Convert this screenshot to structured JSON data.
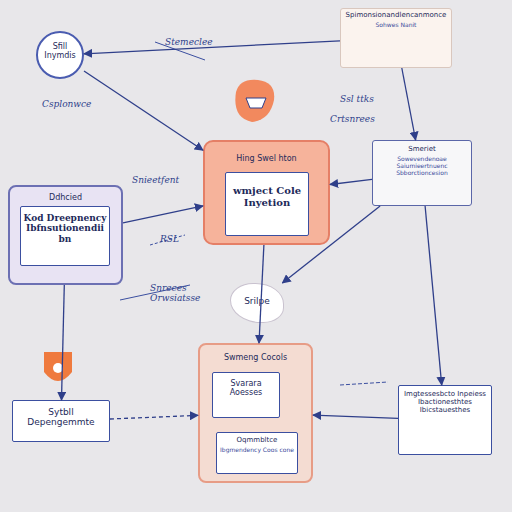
{
  "diagram": {
    "nodes": [
      {
        "text": [
          "Sfill Inymdis"
        ]
      },
      {
        "text": [
          "Spimonsionandlencanmonce",
          "Sohwes Nanit"
        ]
      },
      {
        "text": [
          "Hing Swel hton"
        ]
      },
      {
        "text": [
          "wmject Cole Inyetion"
        ],
        "in": 2
      },
      {
        "text": [
          "Smeriet",
          "Sowevendenoae Saiumieertnuenc Sbborctioncesion"
        ]
      },
      {
        "text": [
          "Ddhcied"
        ]
      },
      {
        "text": [
          "Kod Dreepnency Ibfnsutionendiibn"
        ],
        "in": 5
      },
      {
        "text": [
          "Srilpe"
        ]
      },
      {
        "text": [
          "Swmeng Cocols"
        ]
      },
      {
        "text": [
          "Svarara Aoesses"
        ],
        "in": 8
      },
      {
        "text": [
          "Oqmmbltce",
          "Ibgmendency Coos cone"
        ],
        "in": 8
      },
      {
        "text": [
          "Imgtessesbcto Inpeiess Ibactionesthtes Ibicstauesthes"
        ]
      },
      {
        "text": [
          "Sytbll Depengemmte"
        ]
      }
    ],
    "edges": [
      {
        "from": 0,
        "to": 2,
        "arrow": "to"
      },
      {
        "from": 1,
        "to": 0,
        "arrow": "to"
      },
      {
        "from": 1,
        "to": 4,
        "arrow": "to"
      },
      {
        "from": 4,
        "to": 2,
        "arrow": "to"
      },
      {
        "from": 5,
        "to": 2,
        "arrow": "to"
      },
      {
        "from": 5,
        "to": 12,
        "arrow": "to"
      },
      {
        "from": 2,
        "to": 8,
        "arrow": "to"
      },
      {
        "from": 4,
        "to": 7,
        "arrow": "to"
      },
      {
        "from": 4,
        "to": 11,
        "arrow": "to"
      },
      {
        "from": 11,
        "to": 8,
        "arrow": "to"
      },
      {
        "from": 12,
        "to": 8,
        "arrow": "to"
      }
    ],
    "labels": [
      "Stemeclee",
      "Csplonwce",
      "Ssl ttks",
      "Crtsnrees",
      "Snieetfent",
      "RSL",
      "Snreces Orwsiatsse"
    ]
  }
}
